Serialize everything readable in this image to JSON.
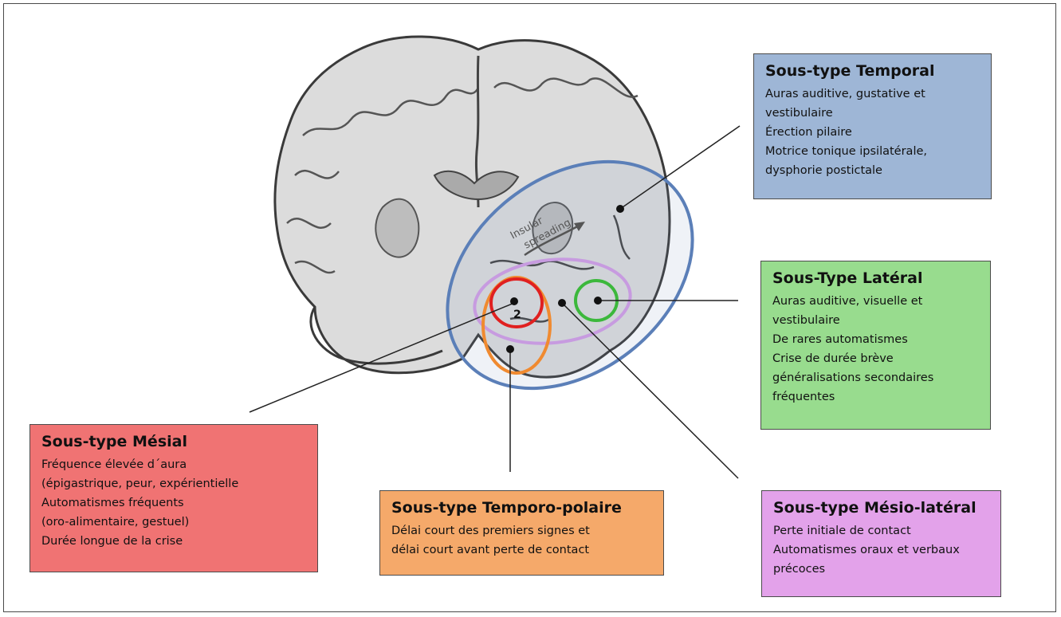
{
  "colors": {
    "temporal": "#9eb6d6",
    "lateral": "#98dc8e",
    "mesial": "#f07373",
    "temporo_polaire": "#f5a96a",
    "mesio_lateral": "#e3a2ea"
  },
  "brain": {
    "arrow_label_line1": "Insular",
    "arrow_label_line2": "spreading",
    "marker_number": "2"
  },
  "boxes": {
    "temporal": {
      "title": "Sous-type Temporal",
      "lines": [
        "Auras auditive, gustative et",
        "vestibulaire",
        "Érection pilaire",
        "Motrice tonique ipsilatérale,",
        "dysphorie postictale"
      ]
    },
    "lateral": {
      "title": "Sous-Type Latéral",
      "lines": [
        "Auras auditive, visuelle et",
        "vestibulaire",
        "De rares automatismes",
        "Crise de durée brève",
        "généralisations secondaires",
        "fréquentes"
      ]
    },
    "mesial": {
      "title": "Sous-type Mésial",
      "lines": [
        "Fréquence élevée d´aura",
        "(épigastrique, peur, expérientielle",
        "Automatismes fréquents",
        "(oro-alimentaire, gestuel)",
        "Durée longue de la crise"
      ]
    },
    "temporo_polaire": {
      "title": "Sous-type Temporo-polaire",
      "lines": [
        "Délai court des premiers signes et",
        "délai court avant perte de contact"
      ]
    },
    "mesio_lateral": {
      "title": "Sous-type Mésio-latéral",
      "lines": [
        "Perte initiale de contact",
        "Automatismes oraux et verbaux",
        "précoces"
      ]
    }
  }
}
